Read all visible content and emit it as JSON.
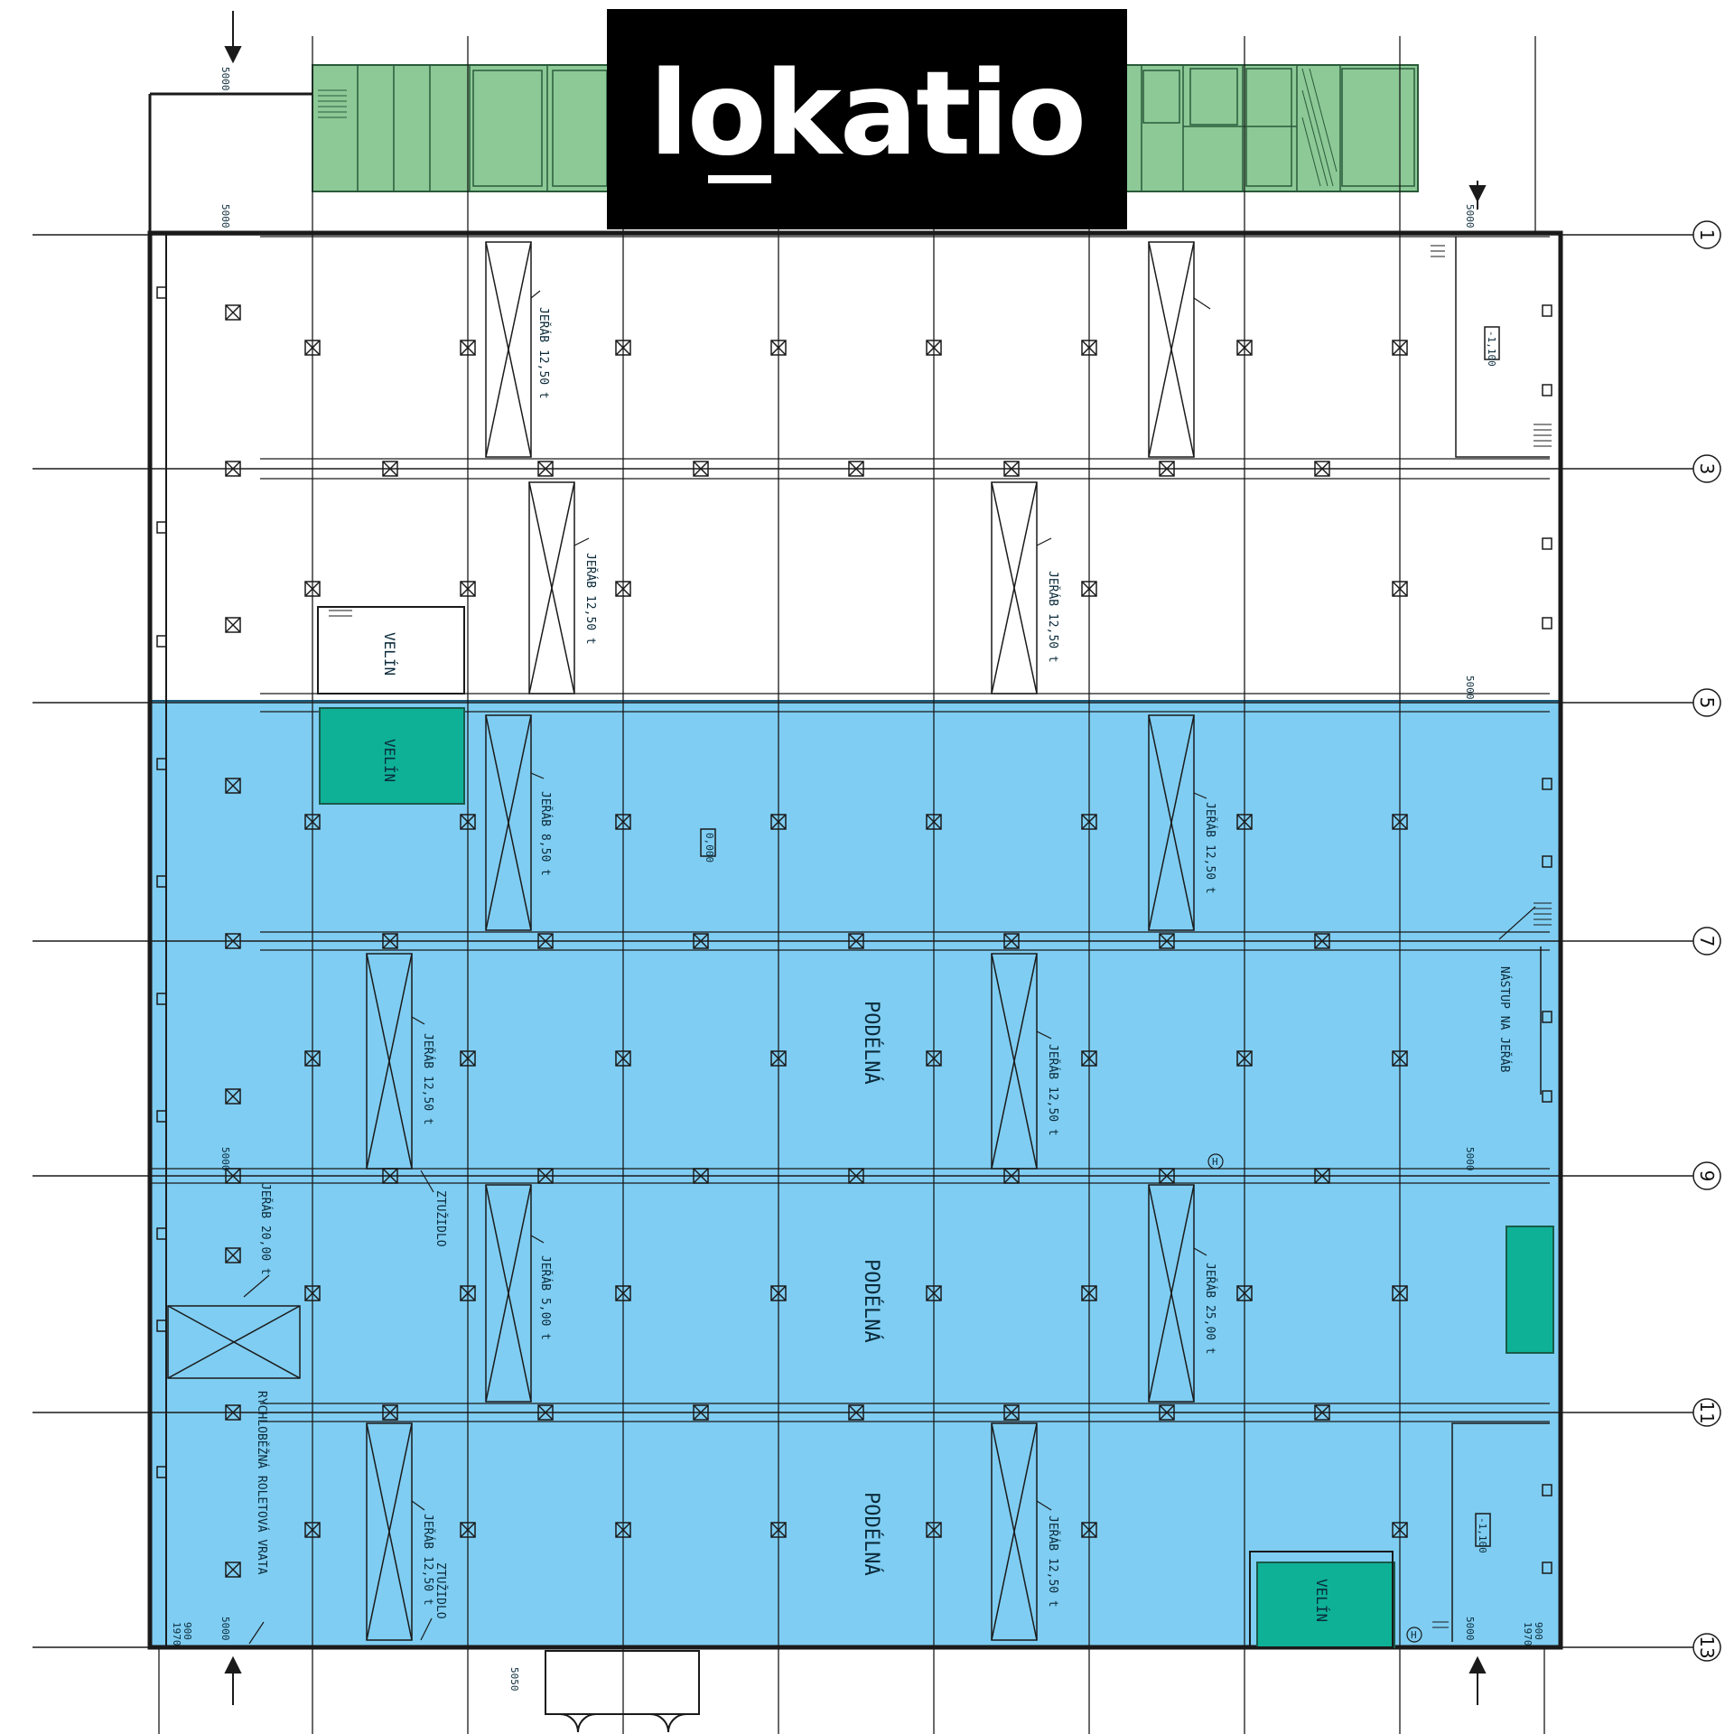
{
  "brand": {
    "logo_text": "lokatio",
    "logo_bg": "#000000",
    "logo_fg": "#ffffff"
  },
  "colors": {
    "leased_area": "#7fcdf2",
    "office_area": "#8cc996",
    "control_room": "#0eb196",
    "lines": "#1a1a1a"
  },
  "axes": {
    "rows": [
      "1",
      "3",
      "5",
      "7",
      "9",
      "11",
      "13"
    ]
  },
  "labels": {
    "crane_1250": "JEŘÁB 12,50 t",
    "crane_850": "JEŘÁB 8,50 t",
    "crane_500": "JEŘÁB 5,00 t",
    "crane_2500": "JEŘÁB 25,00 t",
    "crane_2000": "JEŘÁB 20,00 t",
    "control_room": "VELÍN",
    "longitudinal": "PODÉLNÁ",
    "stiffener": "ZTUŽIDLO",
    "crane_access": "NÁSTUP NA JEŘÁB",
    "fast_door": "RYCHLOBĚŽNÁ ROLETOVÁ VRATA",
    "level_zero": "0,000",
    "level_minus": "-1,100",
    "dim_5000": "5000",
    "dim_5050": "5050",
    "dim_900": "900",
    "dim_1970": "1970",
    "hydrant": "H"
  }
}
